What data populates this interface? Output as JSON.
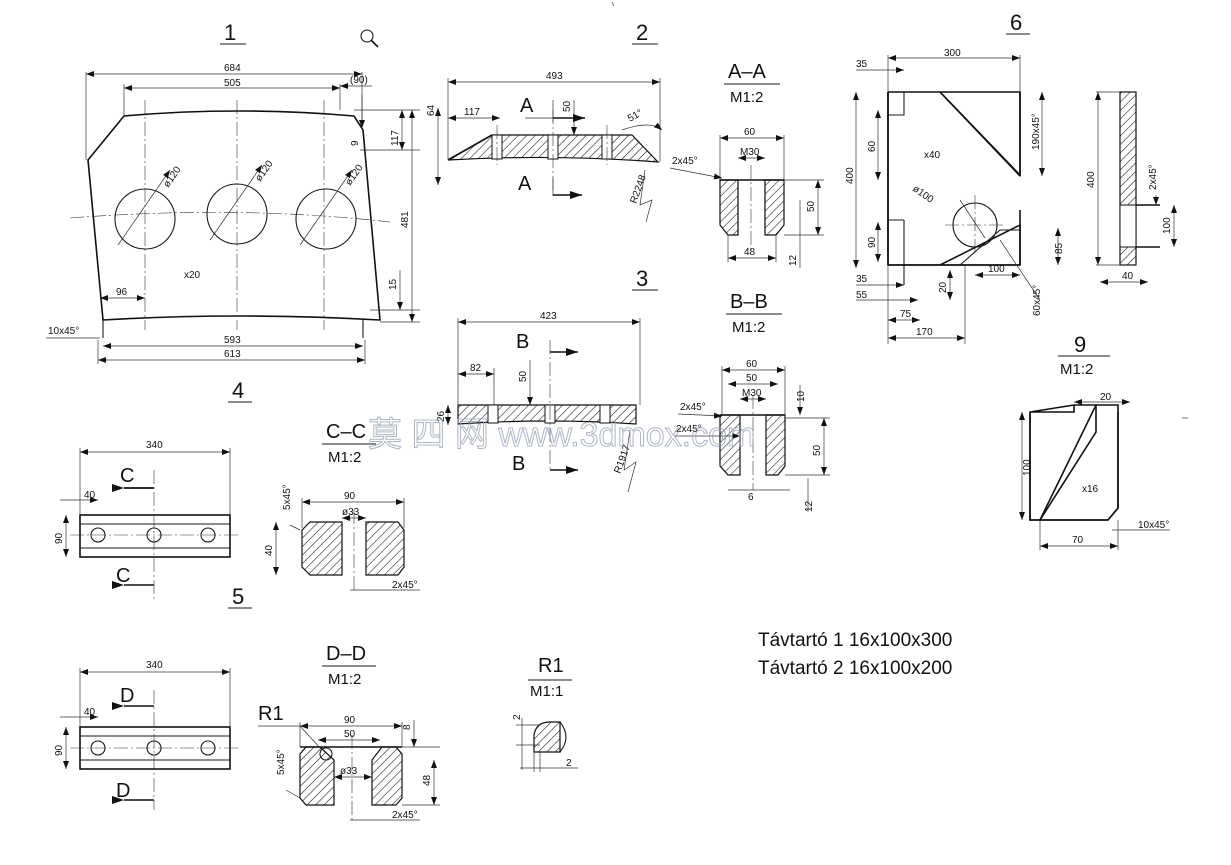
{
  "view_numbers": [
    "1",
    "2",
    "3",
    "4",
    "5",
    "6",
    "9"
  ],
  "sections": {
    "aa": {
      "title": "A–A",
      "scale": "M1:2",
      "letter": "A"
    },
    "bb": {
      "title": "B–B",
      "scale": "M1:2",
      "letter": "B"
    },
    "cc": {
      "title": "C–C",
      "scale": "M1:2",
      "letter": "C"
    },
    "dd": {
      "title": "D–D",
      "scale": "M1:2",
      "letter": "D"
    },
    "r1": {
      "title": "R1",
      "scale": "M1:1"
    },
    "s9": {
      "scale": "M1:2"
    }
  },
  "part1": {
    "dims": {
      "top": "684",
      "mid": "505",
      "paren": "(90)",
      "h117": "117",
      "h9": "9",
      "h481": "481",
      "h15": "15",
      "w96": "96",
      "chamfer": "10x45°",
      "b593": "593",
      "b613": "613"
    },
    "holes": [
      "ø120",
      "ø120",
      "ø120"
    ],
    "qty": "x20"
  },
  "part2": {
    "dims": {
      "len": "493",
      "l117": "117",
      "h64": "64",
      "h50": "50",
      "ang": "51°",
      "rad": "R2248"
    }
  },
  "secAA": {
    "dims": {
      "w60": "60",
      "m30": "M30",
      "ch": "2x45°",
      "h50": "50",
      "w48": "48",
      "h12": "12"
    }
  },
  "part3": {
    "dims": {
      "len": "423",
      "l82": "82",
      "h50": "50",
      "h26": "26",
      "rad": "R1917"
    }
  },
  "secBB": {
    "dims": {
      "w60": "60",
      "w50": "50",
      "m30": "M30",
      "ch1": "2x45°",
      "ch2": "2x45°",
      "h10": "10",
      "h50": "50",
      "w6": "6",
      "h12": "12"
    }
  },
  "part6": {
    "dims": {
      "w300": "300",
      "w35": "35",
      "h60": "60",
      "h400": "400",
      "ch190": "190x45°",
      "d100": "ø100",
      "h90": "90",
      "h85": "85",
      "w100": "100",
      "h20": "20",
      "w35b": "35",
      "w55": "55",
      "w75": "75",
      "w170": "170",
      "ch60": "60x45°"
    },
    "qty": "x40",
    "side": {
      "h400": "400",
      "ch": "2x45°",
      "h100": "100",
      "w40": "40"
    }
  },
  "part4": {
    "dims": {
      "w340": "340",
      "w40": "40",
      "h90": "90"
    }
  },
  "secCC": {
    "dims": {
      "w90": "90",
      "d33": "ø33",
      "ch5": "5x45°",
      "h40": "40",
      "ch2": "2x45°"
    }
  },
  "part5": {
    "dims": {
      "w340": "340",
      "w40": "40",
      "h90": "90"
    }
  },
  "secDD": {
    "dims": {
      "w90": "90",
      "w50": "50",
      "h8": "8",
      "d33": "ø33",
      "ch5": "5x45°",
      "h48": "48",
      "ch2": "2x45°"
    },
    "r1": "R1"
  },
  "detailR1": {
    "dims": {
      "v2": "2",
      "h2": "2"
    }
  },
  "part9": {
    "dims": {
      "w20": "20",
      "h100": "100",
      "w70": "70",
      "ch": "10x45°"
    },
    "qty": "x16"
  },
  "notes": [
    "Távtartó 1 16x100x300",
    "Távtartó 2 16x100x200"
  ],
  "watermark": "莫 四 网  www.3dmox.com",
  "icons": {
    "zoom": "magnifier-icon"
  }
}
